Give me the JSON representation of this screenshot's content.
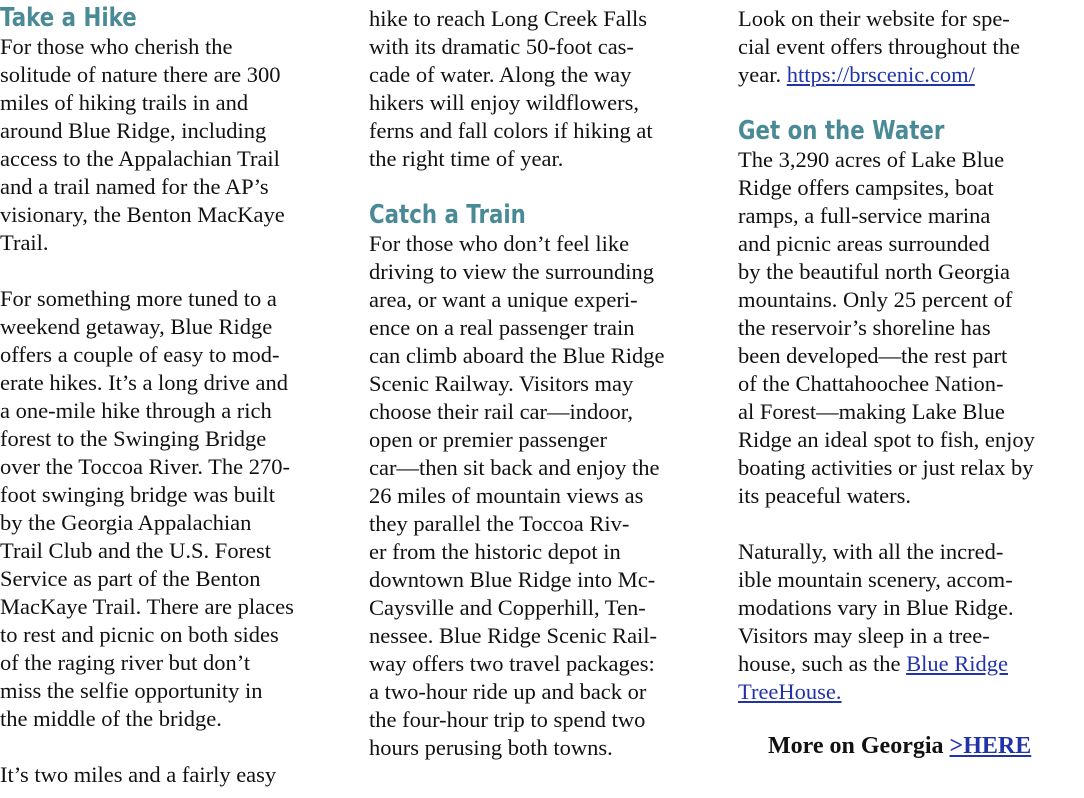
{
  "col1": {
    "heading": "Take a Hike",
    "p1": [
      "For those who cherish the",
      "solitude of nature there are 300",
      "miles of hiking trails in and",
      "around Blue Ridge, including",
      "access to the Appalachian Trail",
      "and a trail named for the AP’s",
      "visionary, the Benton MacKaye",
      "Trail."
    ],
    "p2": [
      "For something more tuned to a",
      "weekend getaway, Blue Ridge",
      "offers a couple of easy to mod-",
      "erate hikes. It’s a long drive and",
      "a one-mile hike through a rich",
      "forest to the Swinging Bridge",
      "over the Toccoa River. The 270-",
      "foot swinging bridge was built",
      "by the Georgia Appalachian",
      "Trail Club and the U.S. Forest",
      "Service as part of the Benton",
      "MacKaye Trail. There are places",
      "to rest and picnic on both sides",
      "of the raging river but don’t",
      "miss the selfie opportunity in",
      "the middle of the bridge."
    ],
    "p3": [
      "It’s two miles and a fairly easy"
    ]
  },
  "col2": {
    "p1": [
      "hike to reach Long Creek Falls",
      "with its dramatic 50-foot cas-",
      "cade of water. Along the way",
      "hikers will enjoy wildflowers,",
      "ferns and fall colors if hiking at",
      "the right time of year."
    ],
    "heading": "Catch a Train",
    "p2": [
      "For those who don’t feel like",
      "driving to view the surrounding",
      "area, or want a unique experi-",
      "ence on a real passenger train",
      "can climb aboard the Blue Ridge",
      "Scenic Railway. Visitors may",
      "choose their rail car—indoor,",
      "open or premier passenger",
      "car—then sit back and enjoy the",
      "26 miles of mountain views as",
      "they parallel the Toccoa Riv-",
      "er from the historic depot in",
      "downtown Blue Ridge into Mc-",
      "Caysville and Copperhill, Ten-",
      "nessee. Blue Ridge Scenic Rail-",
      "way offers two travel packages:",
      "a two-hour ride up and back or",
      "the four-hour trip to spend two",
      "hours perusing both towns."
    ]
  },
  "col3": {
    "p1_line1": "Look on their website for spe-",
    "p1_line2": "cial event offers throughout the",
    "p1_line3_prefix": "year. ",
    "p1_link": "https://brscenic.com/",
    "heading": "Get on the Water",
    "p2": [
      "The 3,290 acres of Lake Blue",
      "Ridge offers campsites, boat",
      "ramps, a full-service marina",
      "and picnic areas surrounded",
      "by the beautiful north Georgia",
      "mountains. Only 25 percent of",
      "the reservoir’s shoreline has",
      "been developed—the rest part",
      "of the Chattahoochee Nation-",
      "al Forest—making Lake Blue",
      "Ridge an ideal spot to fish, enjoy",
      "boating activities or just relax by",
      "its peaceful waters."
    ],
    "p3": [
      "Naturally, with all the incred-",
      "ible mountain scenery, accom-",
      "modations vary in Blue Ridge.",
      "Visitors may sleep in a tree-"
    ],
    "p3_line5_prefix": "house, such as the ",
    "p3_link_part1": "Blue Ridge ",
    "p3_link_part2": "TreeHouse.",
    "more_text": "More on Georgia ",
    "more_link": ">HERE"
  }
}
